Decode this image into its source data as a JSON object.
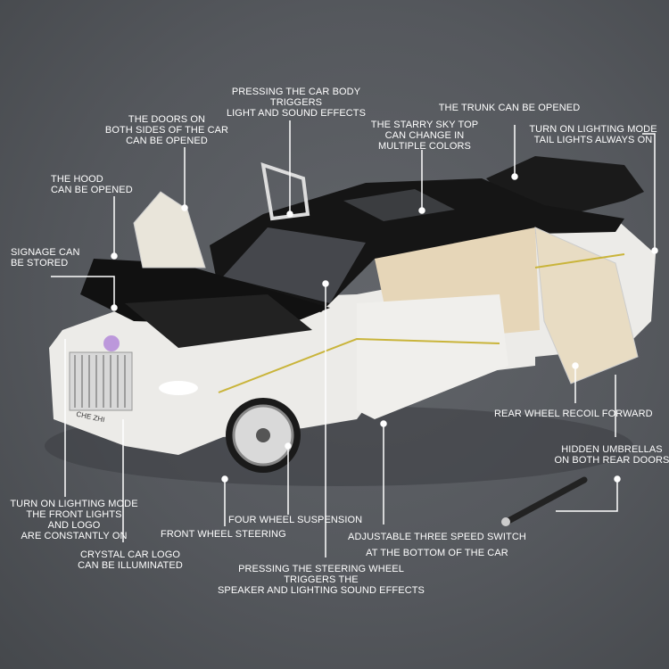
{
  "labels": {
    "body_press": [
      "PRESSING THE CAR BODY",
      "TRIGGERS",
      "LIGHT AND SOUND EFFECTS"
    ],
    "doors": [
      "THE DOORS ON",
      "BOTH SIDES OF THE CAR",
      "CAN BE OPENED"
    ],
    "hood": [
      "THE HOOD",
      "CAN BE OPENED"
    ],
    "signage": [
      "SIGNAGE CAN",
      "BE STORED"
    ],
    "trunk": [
      "THE TRUNK CAN BE OPENED"
    ],
    "starry": [
      "THE STARRY SKY TOP",
      "CAN CHANGE IN",
      "MULTIPLE COLORS"
    ],
    "tail": [
      "TURN ON LIGHTING MODE",
      "TAIL LIGHTS ALWAYS ON"
    ],
    "rear_wheel": [
      "REAR WHEEL RECOIL FORWARD"
    ],
    "umbrella": [
      "HIDDEN UMBRELLAS",
      "ON BOTH REAR DOORS"
    ],
    "front_lights": [
      "TURN ON LIGHTING MODE",
      "THE FRONT LIGHTS",
      "AND LOGO",
      "ARE CONSTANTLY ON"
    ],
    "crystal": [
      "CRYSTAL CAR LOGO",
      "CAN BE ILLUMINATED"
    ],
    "suspension": [
      "FOUR WHEEL SUSPENSION"
    ],
    "steering": [
      "FRONT WHEEL STEERING"
    ],
    "switch": [
      "ADJUSTABLE THREE SPEED SWITCH",
      "AT THE BOTTOM OF THE CAR"
    ],
    "steering_wheel": [
      "PRESSING THE STEERING WHEEL",
      "TRIGGERS THE",
      "SPEAKER AND LIGHTING SOUND EFFECTS"
    ]
  },
  "plate_text": "CHE ZHI",
  "colors": {
    "background": "#55585d",
    "car_body": "#ececea",
    "roof": "#141414",
    "interior": "#e6d6b8",
    "pinstripe": "#c9b43a"
  }
}
